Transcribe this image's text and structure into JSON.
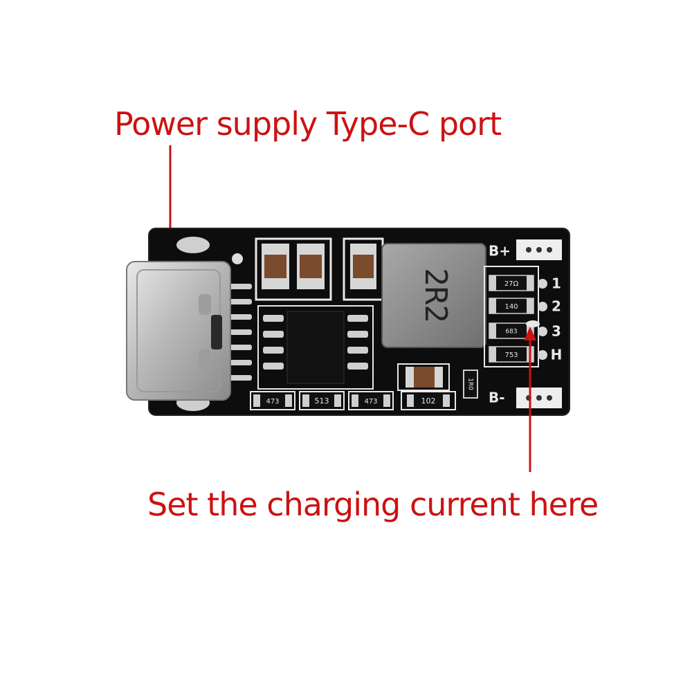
{
  "annotations": {
    "top_label": "Power supply Type-C port",
    "bottom_label": "Set the charging current here"
  },
  "board": {
    "inductor_marking": "2R2",
    "pad_labels": {
      "b_plus": "B+",
      "b_minus": "B-",
      "opt1": "1",
      "opt2": "2",
      "opt3": "3",
      "opt_h": "H"
    },
    "resistor_codes": {
      "r1": "27Ω",
      "r2": "140",
      "r3": "683",
      "r4": "753",
      "bottom1": "473",
      "bottom2": "513",
      "bottom3": "473",
      "bottom4": "102",
      "small": "1R0"
    }
  },
  "colors": {
    "annotation": "#cc1212",
    "pcb": "#0d0d0d",
    "silkscreen": "#e8e8e8"
  }
}
